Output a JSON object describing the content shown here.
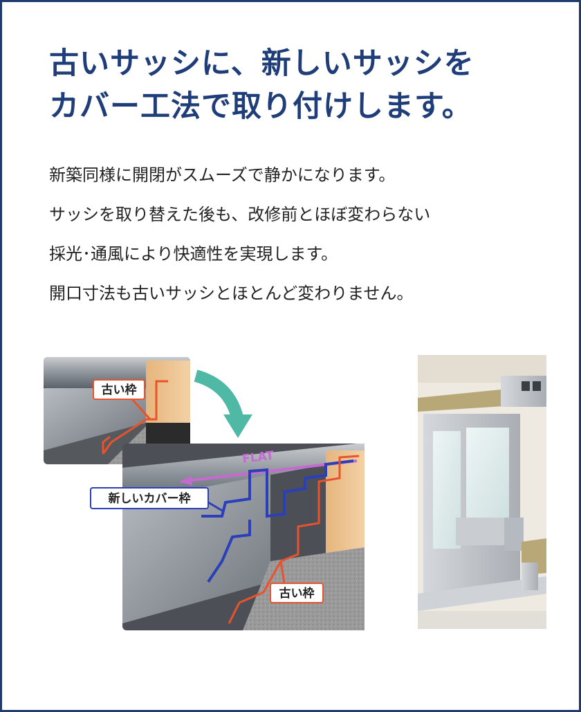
{
  "headline": {
    "line1": "古いサッシに、新しいサッシを",
    "line2": "カバー工法で取り付けします。"
  },
  "body": {
    "lines": [
      "新築同様に開閉がスムーズで静かになります。",
      "サッシを取り替えた後も、改修前とほぼ変わらない",
      "採光･通風により快適性を実現します。",
      "開口寸法も古いサッシとほとんど変わりません。"
    ]
  },
  "illustration": {
    "old_frame_label_top": "古い枠",
    "new_cover_frame_label": "新しいカバー枠",
    "flat_label": "FLAT",
    "old_frame_label_bottom": "古い枠"
  },
  "colors": {
    "border": "#1e3a6e",
    "headline": "#1f3d78",
    "old_frame_line": "#e8532b",
    "new_frame_line": "#2a3fb8",
    "flat_arrow": "#c46ad0",
    "transition_arrow": "#4fb9a6"
  }
}
